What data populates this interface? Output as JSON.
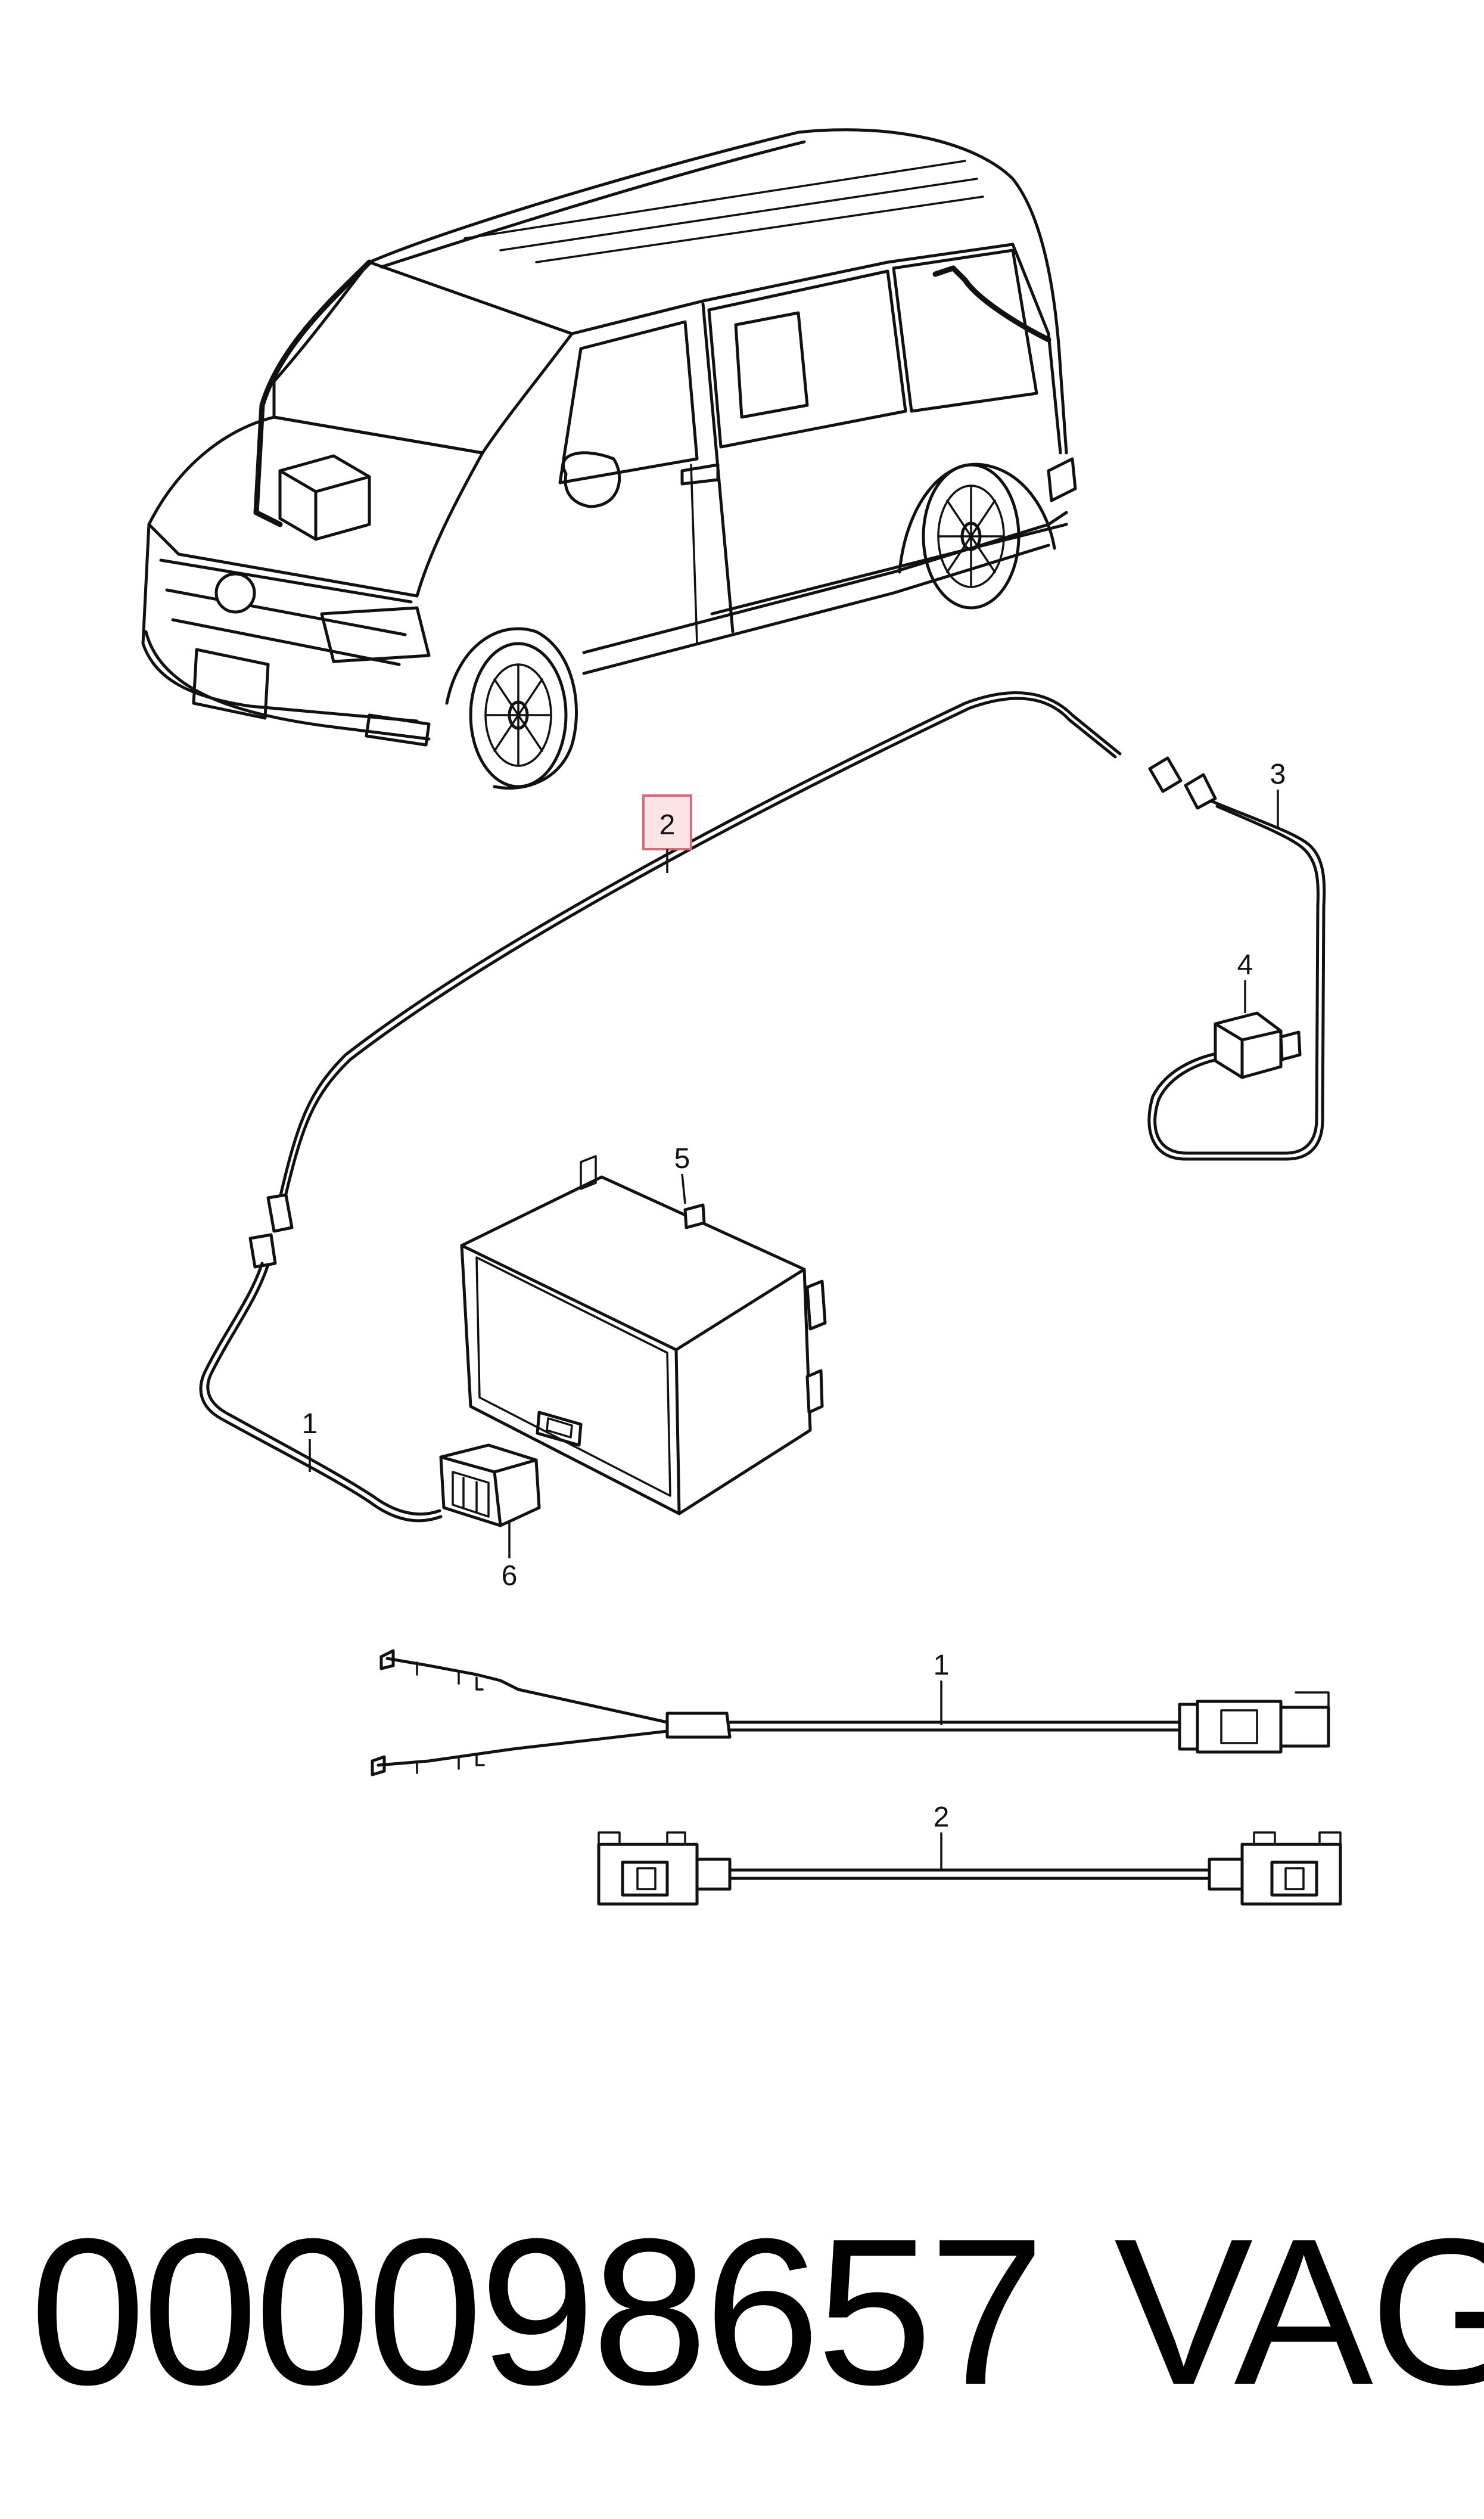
{
  "diagram": {
    "callouts": {
      "c1_upper": "1",
      "c2_upper": "2",
      "c3": "3",
      "c4": "4",
      "c5": "5",
      "c6": "6",
      "c1_lower": "1",
      "c2_lower": "2"
    },
    "highlighted_callout": "2",
    "highlight_color": "#d96a7a"
  },
  "footer": {
    "part_number": "000098657",
    "brand": "VAG"
  }
}
